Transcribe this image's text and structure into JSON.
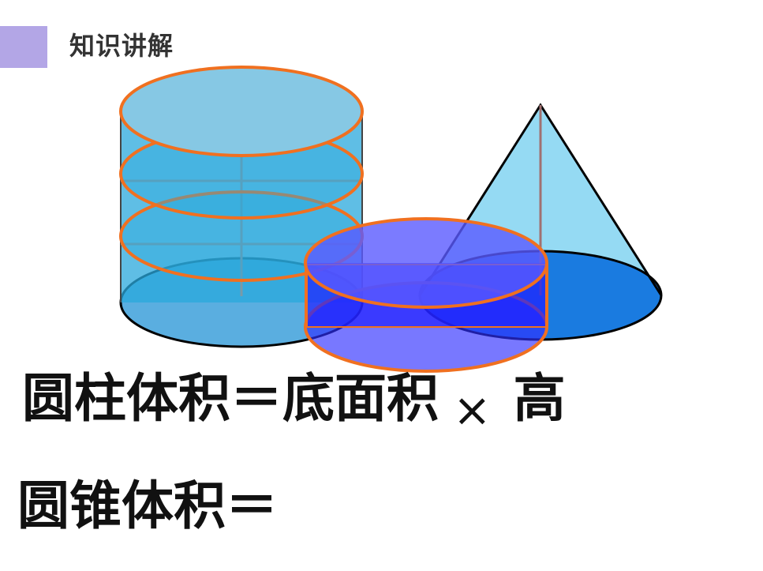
{
  "header": {
    "title": "知识讲解",
    "accent_color": "#b3a6e6"
  },
  "formulas": {
    "cylinder": {
      "lhs": "圆柱体积＝底面积",
      "operator": "×",
      "rhs": "高"
    },
    "cone": {
      "lhs": "圆锥体积＝"
    }
  },
  "figure": {
    "shapes": [
      "tall-cylinder-icon",
      "short-cylinder-icon",
      "cone-icon"
    ],
    "colors": {
      "slice_outline": "#f07020",
      "cylinder_fill": "#2aa8dc",
      "short_cylinder_fill": "#3030ff",
      "cone_fill": "#78cdee",
      "cone_base": "#1a7be0"
    }
  }
}
